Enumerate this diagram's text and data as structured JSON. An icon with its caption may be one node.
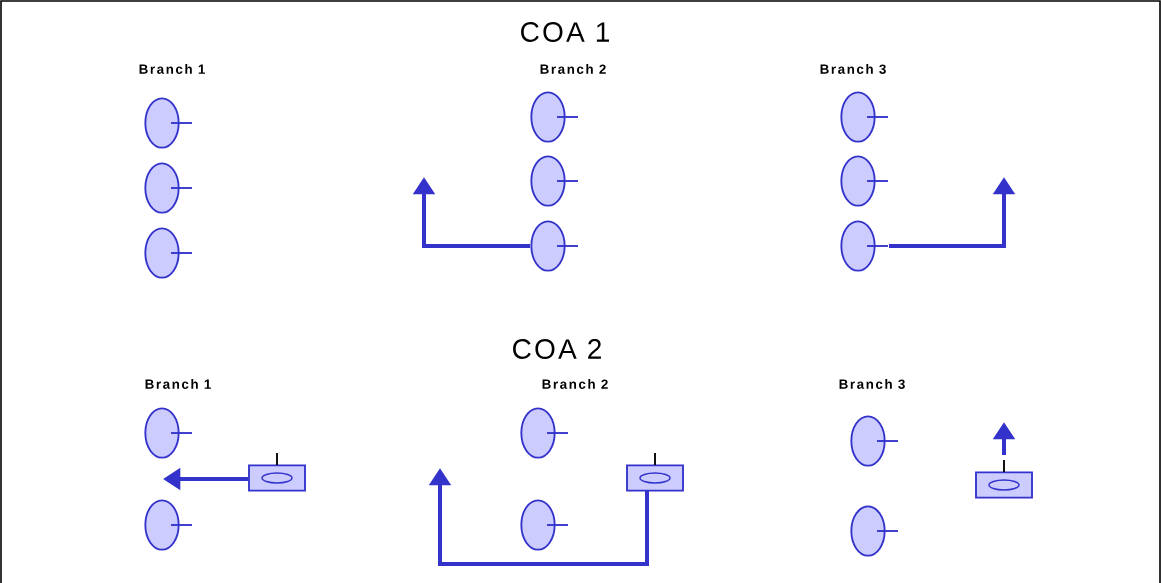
{
  "diagram": {
    "nodes": [
      {
        "text": [],
        "shape": "ellipse"
      },
      {
        "text": [],
        "shape": "ellipse"
      },
      {
        "text": [],
        "shape": "ellipse"
      },
      {
        "text": [],
        "shape": "ellipse"
      },
      {
        "text": [],
        "shape": "ellipse"
      },
      {
        "text": [],
        "shape": "ellipse"
      },
      {
        "text": [],
        "shape": "ellipse"
      },
      {
        "text": [],
        "shape": "ellipse"
      },
      {
        "text": [],
        "shape": "ellipse"
      },
      {
        "text": [],
        "shape": "ellipse"
      },
      {
        "text": [],
        "shape": "ellipse"
      },
      {
        "text": [],
        "shape": "box"
      },
      {
        "text": [],
        "shape": "ellipse"
      },
      {
        "text": [],
        "shape": "ellipse"
      },
      {
        "text": [],
        "shape": "box"
      },
      {
        "text": [],
        "shape": "ellipse"
      },
      {
        "text": [],
        "shape": "ellipse"
      },
      {
        "text": [],
        "shape": "box"
      }
    ],
    "edges": [
      {
        "from": 5,
        "to": null,
        "arrow": "to"
      },
      {
        "from": 8,
        "to": null,
        "arrow": "to"
      },
      {
        "from": 11,
        "to": null,
        "arrow": "to"
      },
      {
        "from": 14,
        "to": null,
        "arrow": "to"
      },
      {
        "from": 17,
        "to": null,
        "arrow": "to"
      }
    ],
    "labels": [
      "COA 1",
      "Branch 1",
      "Branch 2",
      "Branch 3",
      "COA 2",
      "Branch 1",
      "Branch 2",
      "Branch 3"
    ]
  }
}
